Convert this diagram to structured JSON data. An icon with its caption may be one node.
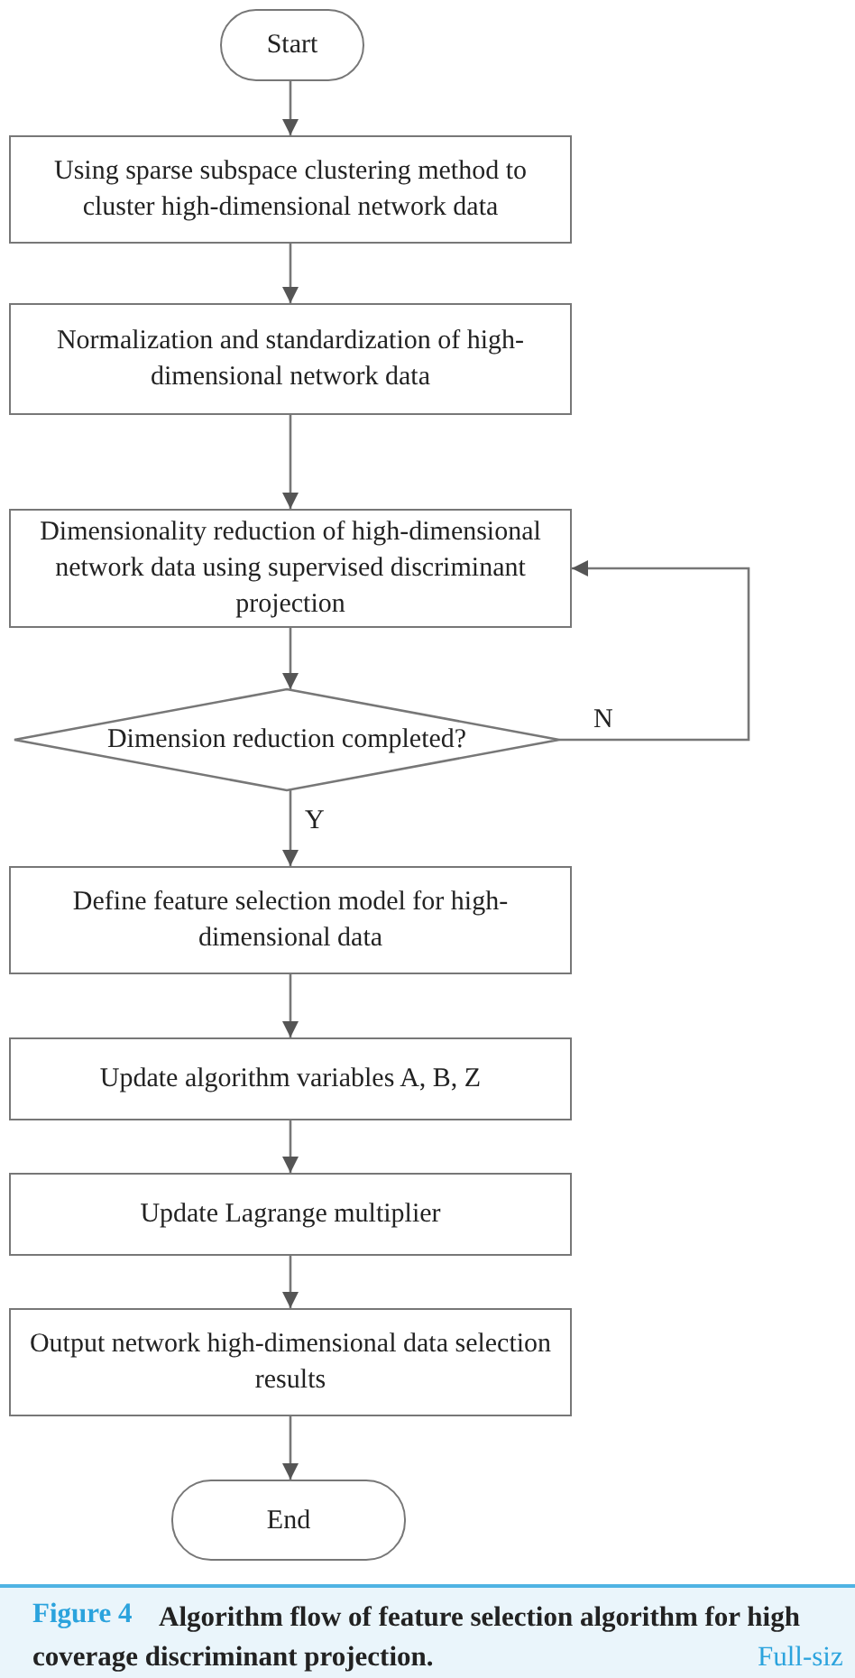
{
  "diagram": {
    "caption": "Algorithm flow of feature selection algorithm for high coverage discriminant projection.",
    "nodes": [
      {
        "text": [
          "Start"
        ]
      },
      {
        "text": [
          "Using sparse subspace clustering method to cluster high-dimensional network data"
        ]
      },
      {
        "text": [
          "Normalization and standardization of high-dimensional network data"
        ]
      },
      {
        "text": [
          "Dimensionality reduction of high-dimensional network data using supervised discriminant projection"
        ]
      },
      {
        "text": [
          "Dimension reduction completed?"
        ]
      },
      {
        "text": [
          "Define feature selection model for high-dimensional data"
        ]
      },
      {
        "text": [
          "Update algorithm variables A, B, Z"
        ]
      },
      {
        "text": [
          "Update Lagrange multiplier"
        ]
      },
      {
        "text": [
          "Output network high-dimensional data selection results"
        ]
      },
      {
        "text": [
          "End"
        ]
      }
    ],
    "edges": [
      {
        "from": 0,
        "to": 1,
        "arrow": "to"
      },
      {
        "from": 1,
        "to": 2,
        "arrow": "to"
      },
      {
        "from": 2,
        "to": 3,
        "arrow": "to"
      },
      {
        "from": 3,
        "to": 4,
        "arrow": "to"
      },
      {
        "from": 4,
        "to": 5,
        "arrow": "to",
        "label": "Y"
      },
      {
        "from": 4,
        "to": 3,
        "arrow": "to",
        "label": "N"
      },
      {
        "from": 5,
        "to": 6,
        "arrow": "to"
      },
      {
        "from": 6,
        "to": 7,
        "arrow": "to"
      },
      {
        "from": 7,
        "to": 8,
        "arrow": "to"
      },
      {
        "from": 8,
        "to": 9,
        "arrow": "to"
      }
    ],
    "labels": [
      "Figure 4",
      "Full-siz"
    ]
  }
}
